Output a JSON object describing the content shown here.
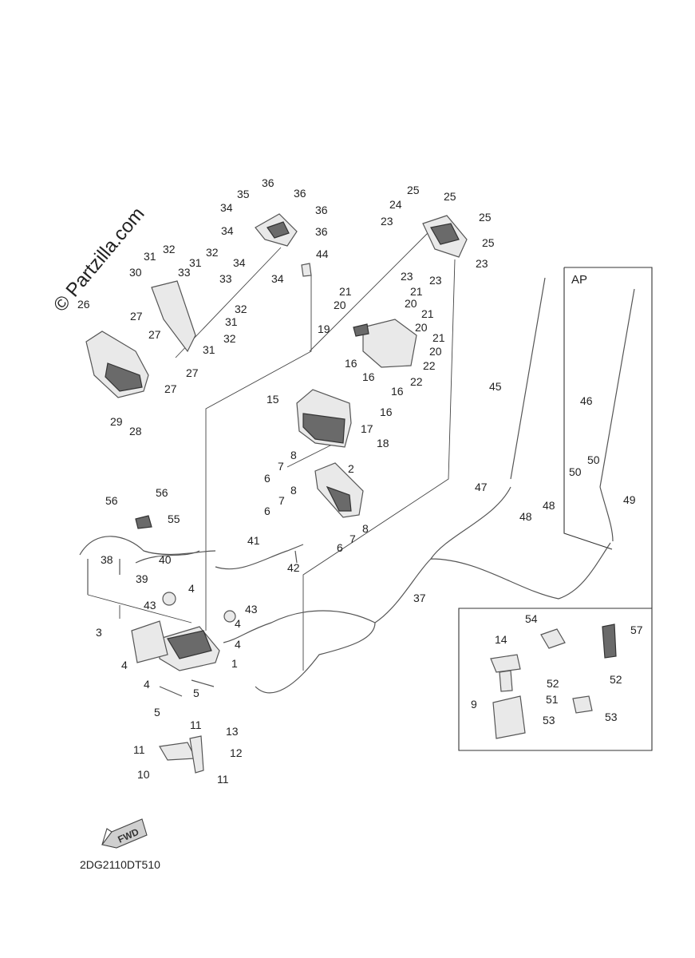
{
  "watermark": "© Partzilla.com",
  "diagram_code": "2DG2110DT510",
  "fwd_label": "FWD",
  "ap_label": "AP",
  "callouts": {
    "c1": "1",
    "c2": "2",
    "c3": "3",
    "c4a": "4",
    "c4b": "4",
    "c4c": "4",
    "c4d": "4",
    "c5a": "5",
    "c5b": "5",
    "c6a": "6",
    "c6b": "6",
    "c6c": "6",
    "c7a": "7",
    "c7b": "7",
    "c7c": "7",
    "c8a": "8",
    "c8b": "8",
    "c8c": "8",
    "c9": "9",
    "c10": "10",
    "c11a": "11",
    "c11b": "11",
    "c11c": "11",
    "c12": "12",
    "c13": "13",
    "c14": "14",
    "c15": "15",
    "c16a": "16",
    "c16b": "16",
    "c16c": "16",
    "c16d": "16",
    "c17": "17",
    "c18": "18",
    "c19": "19",
    "c20a": "20",
    "c20b": "20",
    "c20c": "20",
    "c20d": "20",
    "c21a": "21",
    "c21b": "21",
    "c21c": "21",
    "c21d": "21",
    "c22a": "22",
    "c22b": "22",
    "c23a": "23",
    "c23b": "23",
    "c23c": "23",
    "c23d": "23",
    "c24": "24",
    "c25a": "25",
    "c25b": "25",
    "c25c": "25",
    "c25d": "25",
    "c26": "26",
    "c27a": "27",
    "c27b": "27",
    "c27c": "27",
    "c27d": "27",
    "c28": "28",
    "c29": "29",
    "c30": "30",
    "c31a": "31",
    "c31b": "31",
    "c31c": "31",
    "c31d": "31",
    "c32a": "32",
    "c32b": "32",
    "c32c": "32",
    "c32d": "32",
    "c33a": "33",
    "c33b": "33",
    "c34a": "34",
    "c34b": "34",
    "c34c": "34",
    "c34d": "34",
    "c35": "35",
    "c36a": "36",
    "c36b": "36",
    "c36c": "36",
    "c36d": "36",
    "c37": "37",
    "c38": "38",
    "c39": "39",
    "c40": "40",
    "c41": "41",
    "c42": "42",
    "c43a": "43",
    "c43b": "43",
    "c44": "44",
    "c45": "45",
    "c46": "46",
    "c47": "47",
    "c48a": "48",
    "c48b": "48",
    "c49": "49",
    "c50a": "50",
    "c50b": "50",
    "c51": "51",
    "c52a": "52",
    "c52b": "52",
    "c53a": "53",
    "c53b": "53",
    "c54": "54",
    "c55": "55",
    "c56a": "56",
    "c56b": "56",
    "c57": "57"
  }
}
